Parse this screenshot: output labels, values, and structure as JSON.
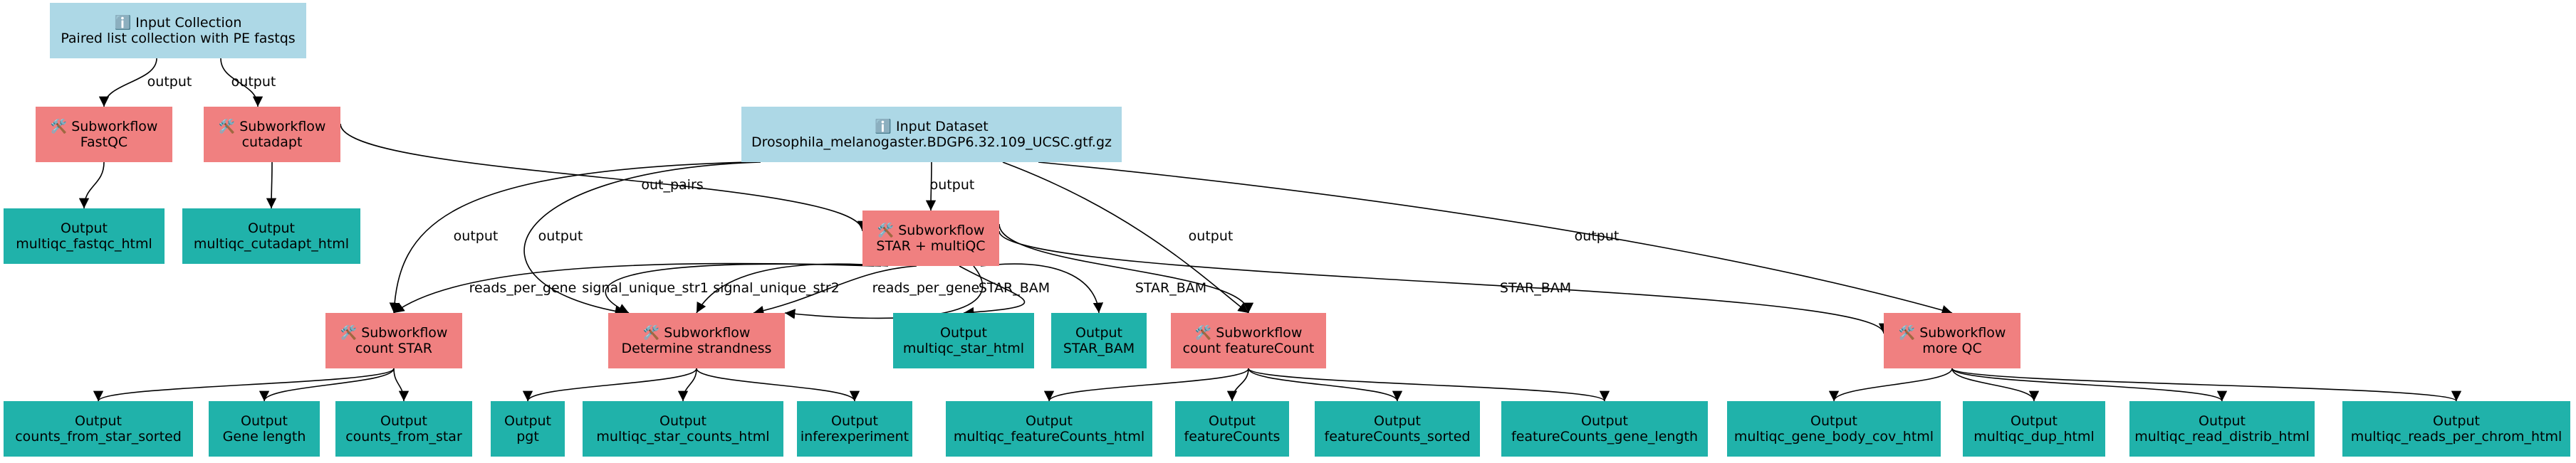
{
  "colors": {
    "input": "#add8e6",
    "subworkflow": "#f08080",
    "output": "#20b2aa",
    "edge": "#000000"
  },
  "nodes": {
    "input_collection": {
      "kind": "input",
      "icon": "info-icon",
      "l1": "ℹ️ Input Collection",
      "l2": "Paired list collection with PE fastqs"
    },
    "input_dataset": {
      "kind": "input",
      "icon": "info-icon",
      "l1": "ℹ️ Input Dataset",
      "l2": "Drosophila_melanogaster.BDGP6.32.109_UCSC.gtf.gz"
    },
    "sw_fastqc": {
      "kind": "subworkflow",
      "icon": "wrench-icon",
      "l1": "🛠️ Subworkflow",
      "l2": "FastQC"
    },
    "sw_cutadapt": {
      "kind": "subworkflow",
      "icon": "wrench-icon",
      "l1": "🛠️ Subworkflow",
      "l2": "cutadapt"
    },
    "sw_star": {
      "kind": "subworkflow",
      "icon": "wrench-icon",
      "l1": "🛠️ Subworkflow",
      "l2": "STAR + multiQC"
    },
    "sw_count_star": {
      "kind": "subworkflow",
      "icon": "wrench-icon",
      "l1": "🛠️ Subworkflow",
      "l2": "count STAR"
    },
    "sw_strandness": {
      "kind": "subworkflow",
      "icon": "wrench-icon",
      "l1": "🛠️ Subworkflow",
      "l2": "Determine strandness"
    },
    "sw_featurecount": {
      "kind": "subworkflow",
      "icon": "wrench-icon",
      "l1": "🛠️ Subworkflow",
      "l2": "count featureCount"
    },
    "sw_more_qc": {
      "kind": "subworkflow",
      "icon": "wrench-icon",
      "l1": "🛠️ Subworkflow",
      "l2": "more QC"
    },
    "out_multiqc_fastqc": {
      "kind": "output",
      "l1": "Output",
      "l2": "multiqc_fastqc_html"
    },
    "out_multiqc_cutadapt": {
      "kind": "output",
      "l1": "Output",
      "l2": "multiqc_cutadapt_html"
    },
    "out_multiqc_star": {
      "kind": "output",
      "l1": "Output",
      "l2": "multiqc_star_html"
    },
    "out_star_bam": {
      "kind": "output",
      "l1": "Output",
      "l2": "STAR_BAM"
    },
    "out_counts_sorted": {
      "kind": "output",
      "l1": "Output",
      "l2": "counts_from_star_sorted"
    },
    "out_gene_length": {
      "kind": "output",
      "l1": "Output",
      "l2": "Gene length"
    },
    "out_counts_star": {
      "kind": "output",
      "l1": "Output",
      "l2": "counts_from_star"
    },
    "out_pgt": {
      "kind": "output",
      "l1": "Output",
      "l2": "pgt"
    },
    "out_multiqc_star_counts": {
      "kind": "output",
      "l1": "Output",
      "l2": "multiqc_star_counts_html"
    },
    "out_inferexperiment": {
      "kind": "output",
      "l1": "Output",
      "l2": "inferexperiment"
    },
    "out_multiqc_featurecounts": {
      "kind": "output",
      "l1": "Output",
      "l2": "multiqc_featureCounts_html"
    },
    "out_featurecounts": {
      "kind": "output",
      "l1": "Output",
      "l2": "featureCounts"
    },
    "out_featurecounts_sorted": {
      "kind": "output",
      "l1": "Output",
      "l2": "featureCounts_sorted"
    },
    "out_featurecounts_gene_length": {
      "kind": "output",
      "l1": "Output",
      "l2": "featureCounts_gene_length"
    },
    "out_gene_body_cov": {
      "kind": "output",
      "l1": "Output",
      "l2": "multiqc_gene_body_cov_html"
    },
    "out_dup": {
      "kind": "output",
      "l1": "Output",
      "l2": "multiqc_dup_html"
    },
    "out_read_distrib": {
      "kind": "output",
      "l1": "Output",
      "l2": "multiqc_read_distrib_html"
    },
    "out_reads_per_chrom": {
      "kind": "output",
      "l1": "Output",
      "l2": "multiqc_reads_per_chrom_html"
    }
  },
  "edges": [
    {
      "from": "input_collection",
      "to": "sw_fastqc",
      "label": "output"
    },
    {
      "from": "input_collection",
      "to": "sw_cutadapt",
      "label": "output"
    },
    {
      "from": "sw_fastqc",
      "to": "out_multiqc_fastqc",
      "label": ""
    },
    {
      "from": "sw_cutadapt",
      "to": "out_multiqc_cutadapt",
      "label": ""
    },
    {
      "from": "sw_cutadapt",
      "to": "sw_star",
      "label": "out_pairs"
    },
    {
      "from": "input_dataset",
      "to": "sw_star",
      "label": "output"
    },
    {
      "from": "input_dataset",
      "to": "sw_count_star",
      "label": "output"
    },
    {
      "from": "input_dataset",
      "to": "sw_strandness",
      "label": "output"
    },
    {
      "from": "input_dataset",
      "to": "sw_featurecount",
      "label": "output"
    },
    {
      "from": "input_dataset",
      "to": "sw_more_qc",
      "label": "output"
    },
    {
      "from": "sw_star",
      "to": "sw_count_star",
      "label": "reads_per_gene"
    },
    {
      "from": "sw_star",
      "to": "sw_strandness",
      "label": "signal_unique_str1"
    },
    {
      "from": "sw_star",
      "to": "sw_strandness",
      "label": "signal_unique_str2"
    },
    {
      "from": "sw_star",
      "to": "sw_strandness",
      "label": "reads_per_gene"
    },
    {
      "from": "sw_star",
      "to": "sw_strandness",
      "label": "STAR_BAM"
    },
    {
      "from": "sw_star",
      "to": "out_multiqc_star",
      "label": ""
    },
    {
      "from": "sw_star",
      "to": "out_star_bam",
      "label": ""
    },
    {
      "from": "sw_star",
      "to": "sw_featurecount",
      "label": "STAR_BAM"
    },
    {
      "from": "sw_star",
      "to": "sw_more_qc",
      "label": "STAR_BAM"
    },
    {
      "from": "sw_count_star",
      "to": "out_counts_sorted",
      "label": ""
    },
    {
      "from": "sw_count_star",
      "to": "out_gene_length",
      "label": ""
    },
    {
      "from": "sw_count_star",
      "to": "out_counts_star",
      "label": ""
    },
    {
      "from": "sw_strandness",
      "to": "out_pgt",
      "label": ""
    },
    {
      "from": "sw_strandness",
      "to": "out_multiqc_star_counts",
      "label": ""
    },
    {
      "from": "sw_strandness",
      "to": "out_inferexperiment",
      "label": ""
    },
    {
      "from": "sw_featurecount",
      "to": "out_multiqc_featurecounts",
      "label": ""
    },
    {
      "from": "sw_featurecount",
      "to": "out_featurecounts",
      "label": ""
    },
    {
      "from": "sw_featurecount",
      "to": "out_featurecounts_sorted",
      "label": ""
    },
    {
      "from": "sw_featurecount",
      "to": "out_featurecounts_gene_length",
      "label": ""
    },
    {
      "from": "sw_more_qc",
      "to": "out_gene_body_cov",
      "label": ""
    },
    {
      "from": "sw_more_qc",
      "to": "out_dup",
      "label": ""
    },
    {
      "from": "sw_more_qc",
      "to": "out_read_distrib",
      "label": ""
    },
    {
      "from": "sw_more_qc",
      "to": "out_reads_per_chrom",
      "label": ""
    }
  ]
}
